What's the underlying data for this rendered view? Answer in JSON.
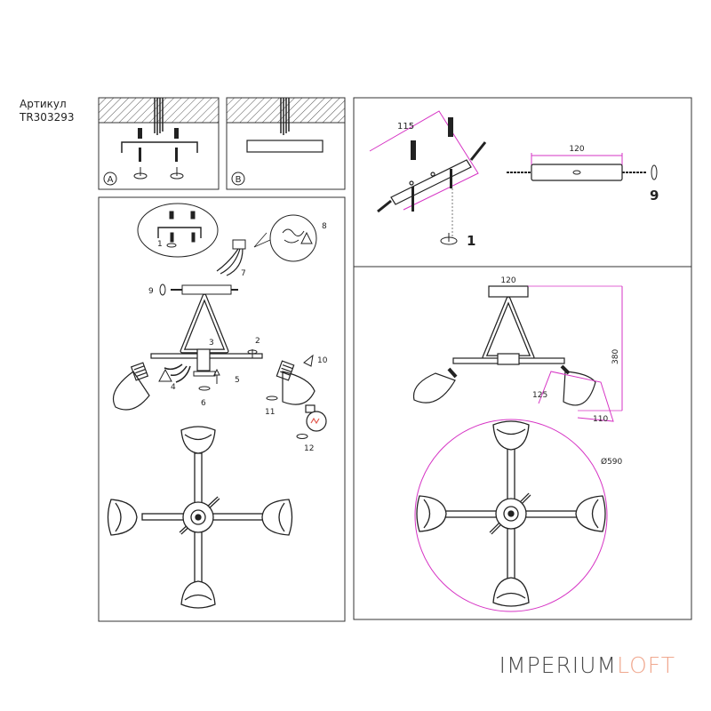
{
  "header": {
    "article_label": "Артикул",
    "article_code": "TR303293"
  },
  "panel_a": {
    "badge": "A"
  },
  "panel_b": {
    "badge": "B"
  },
  "assembly": {
    "step_labels": [
      "1",
      "2",
      "3",
      "4",
      "5",
      "6",
      "7",
      "8",
      "9",
      "10",
      "11",
      "12"
    ]
  },
  "mounting": {
    "dim_bracket": "115",
    "dim_plate": "120",
    "step_screw": "1",
    "step_rotate": "9"
  },
  "dimensions": {
    "width_top": "120",
    "height": "380",
    "shade_height": "125",
    "shade_width": "110",
    "diameter": "Ø590"
  },
  "brand": {
    "part1": "IMPERIUM",
    "part2": "LOFT"
  },
  "colors": {
    "accent": "#d633c4",
    "bulb": "#e0554a",
    "line": "#333333",
    "brand_light": "#f0a88f"
  }
}
